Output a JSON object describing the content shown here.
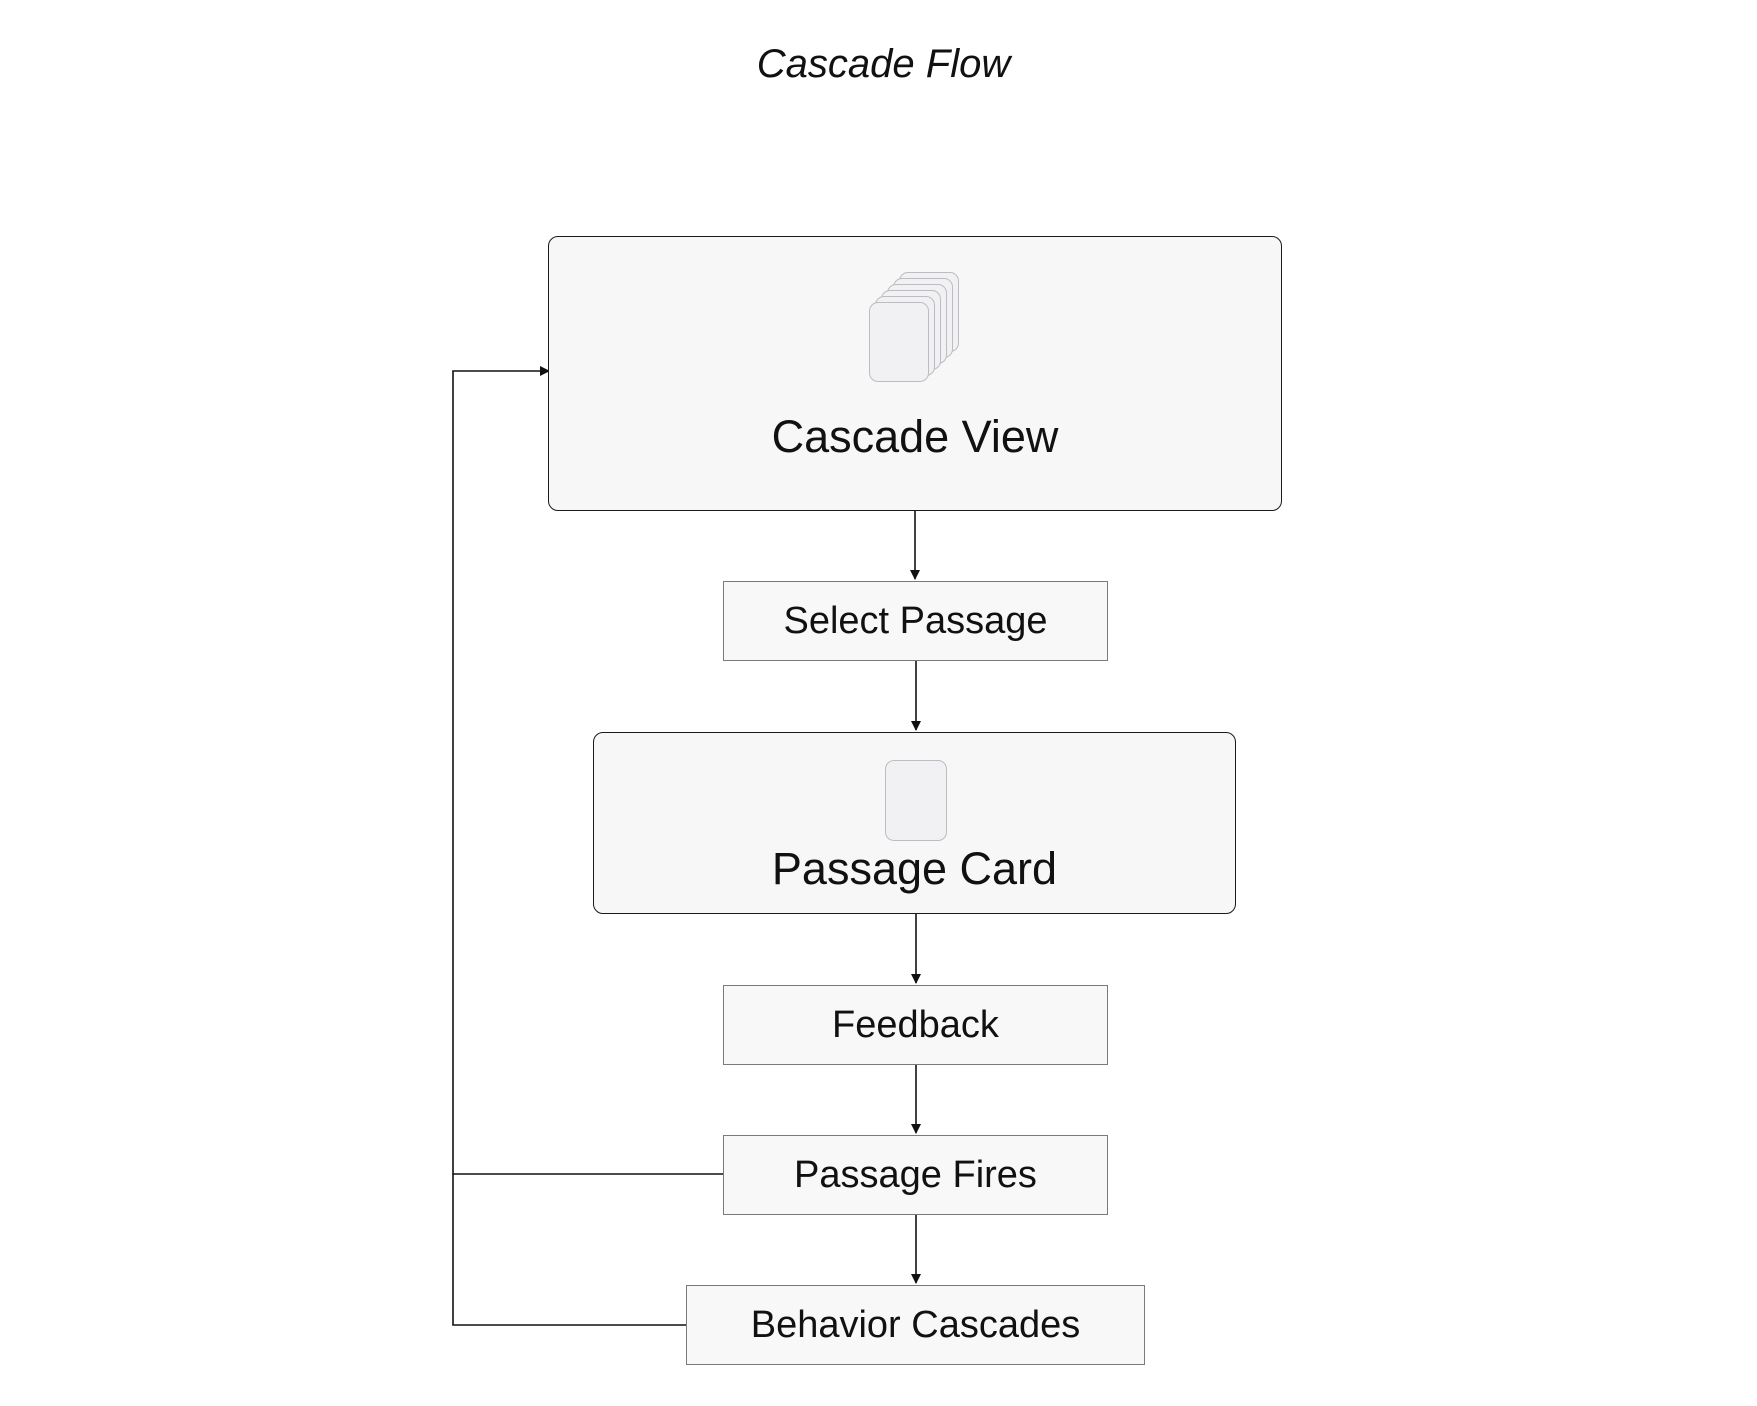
{
  "diagram": {
    "title": "Cascade Flow",
    "nodes": [
      {
        "id": "cascade-view",
        "label": "Cascade View",
        "icon": "stacked-cards-icon"
      },
      {
        "id": "select-passage",
        "label": "Select Passage"
      },
      {
        "id": "passage-card",
        "label": "Passage Card",
        "icon": "card-icon"
      },
      {
        "id": "feedback",
        "label": "Feedback"
      },
      {
        "id": "passage-fires",
        "label": "Passage Fires"
      },
      {
        "id": "behavior-cascades",
        "label": "Behavior Cascades"
      }
    ],
    "edges": [
      {
        "from": "cascade-view",
        "to": "select-passage"
      },
      {
        "from": "select-passage",
        "to": "passage-card"
      },
      {
        "from": "passage-card",
        "to": "feedback"
      },
      {
        "from": "feedback",
        "to": "passage-fires"
      },
      {
        "from": "passage-fires",
        "to": "behavior-cascades"
      },
      {
        "from": "passage-fires",
        "to": "cascade-view"
      },
      {
        "from": "behavior-cascades",
        "to": "cascade-view"
      }
    ]
  }
}
